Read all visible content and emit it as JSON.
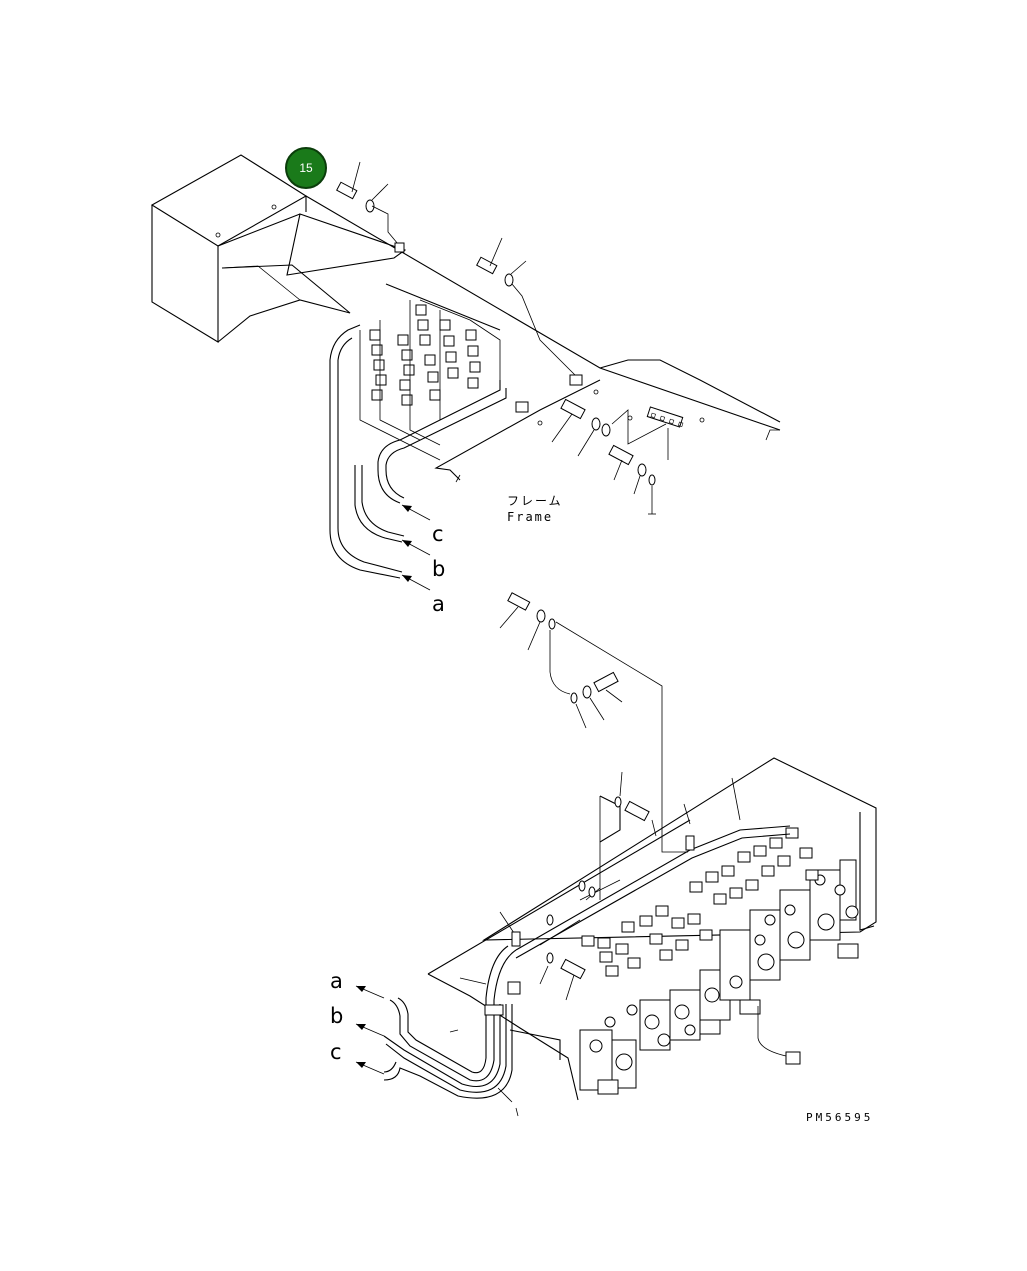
{
  "callout": {
    "number": "15",
    "color": "#1a7a1a"
  },
  "frame": {
    "label_jp": "フレーム",
    "label_en": "Frame"
  },
  "upper_hose_labels": [
    "c",
    "b",
    "a"
  ],
  "lower_hose_labels": [
    "a",
    "b",
    "c"
  ],
  "drawing_code": "PM56595"
}
